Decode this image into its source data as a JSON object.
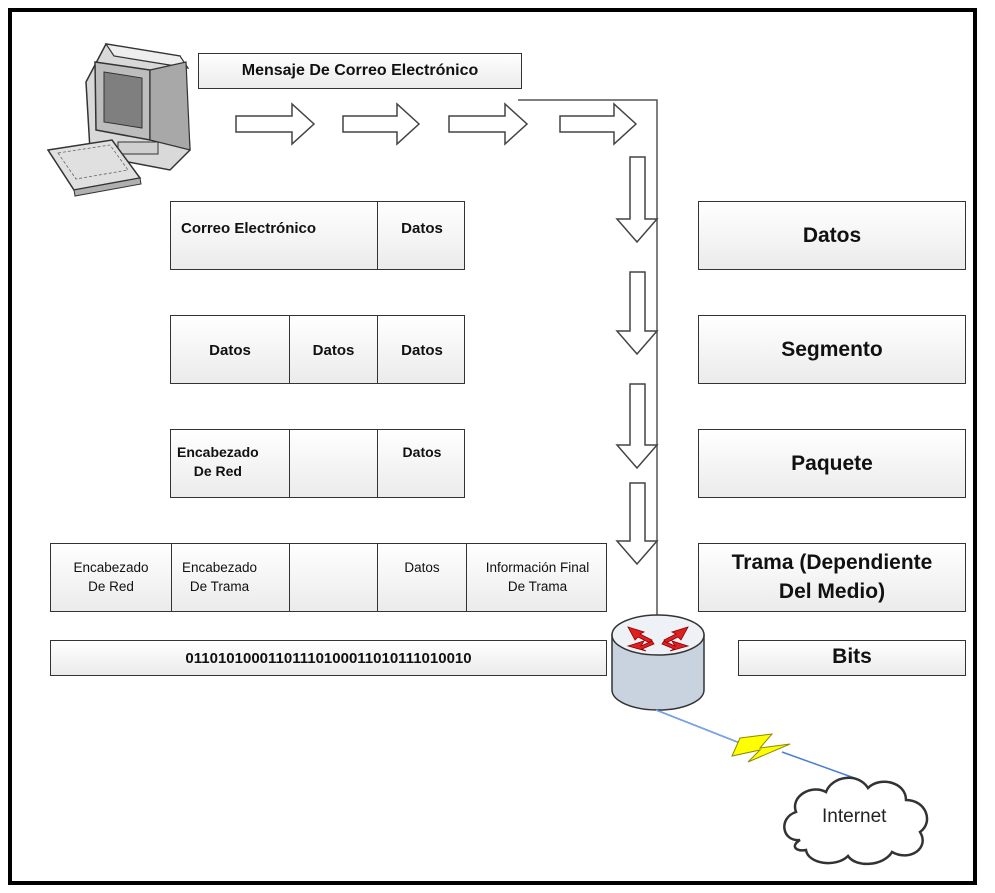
{
  "title": "Mensaje De Correo Electrónico",
  "rows": {
    "row1": [
      "Correo Electrónico",
      "Datos"
    ],
    "row2": [
      "Datos",
      "Datos",
      "Datos"
    ],
    "row3": [
      "Encabezado\nDe Red",
      "",
      "Datos"
    ],
    "row4": [
      "Encabezado\nDe Red",
      "Encabezado\nDe Trama",
      "",
      "Datos",
      "Información Final\nDe Trama"
    ],
    "bits": "01101010001101110100011010111010010"
  },
  "layers": {
    "datos": "Datos",
    "segmento": "Segmento",
    "paquete": "Paquete",
    "trama": "Trama (Dependiente\nDel Medio)",
    "bits": "Bits"
  },
  "cloud_label": "Internet",
  "colors": {
    "arrow_fill": "#ffffff",
    "router_arrows": "#e02020",
    "lightning": "#ffff00",
    "link": "#4a7fd0"
  },
  "icons": [
    "computer-icon",
    "router-icon",
    "cloud-icon",
    "lightning-icon"
  ]
}
